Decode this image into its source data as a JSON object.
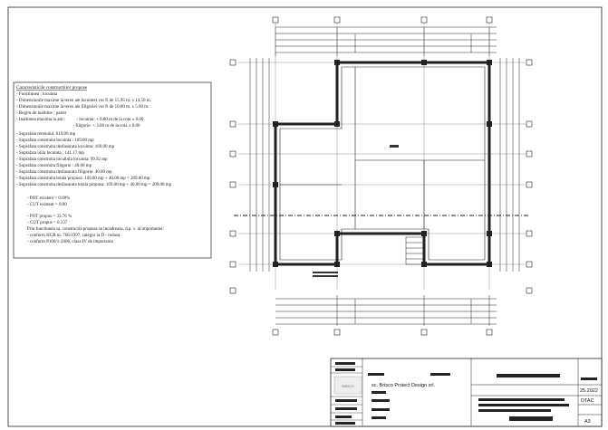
{
  "sheet": {
    "characteristics_title": "Caracteristicile constructiilor propuse",
    "lines": [
      "- Functiunea : locuinta",
      "- Dimensiunile maxime la teren ale locuintei vor fi  de 15.95 m. x 14.50 m.",
      "- Dimensiunile maxime la teren ale filigoriei vor fi  de 10.00 m. x 5.00 m.",
      "- Regim de inaltime : parter",
      "- Inaltimea maxima la atic:          - locuinta: + 6.80 m de la cota ± 0.00",
      "                                                  - filigorie: + 3.60 m de la cota ± 0.00",
      "- Suprafata terenului: 619.00 mp",
      "- Suprafata construita locuinta : 169.00 mp",
      "- Suprafata construita desfasurata locuinta: 169.00 mp",
      "- Suprafata utila locuinta : 141.17 mp",
      "- Suprafata construita locuibila locuinta: 99.92 mp",
      "- Suprafata construita filigorie : 40.00 mp",
      "- Suprafata construita desfasurata filigorie: 40.00 mp",
      "- Suprafata construita totala propusa: 169.00 mp + 40.00 mp = 209.00 mp",
      "- Suprafata construita desfasurata totala propusa: 169.00 mp + 40.00 mp = 209.00 mp",
      "- POT existent = 0.00%",
      "- CUT existent = 0.00",
      "- POT propus = 33.76 %",
      "- CUT propus = 0.337",
      "Prin functiunea sa, constructia propusa se incadreaza, d.p. v. al importantei:",
      "- conform HGR nr. 766/1997, categor ia D - redusa",
      "- conform P100/1-2006, clasa IV de importanta"
    ],
    "company": "sc. Brisco Proiect Design srl.",
    "date": "25.2022",
    "phase": "DTAC",
    "format": "A3"
  }
}
